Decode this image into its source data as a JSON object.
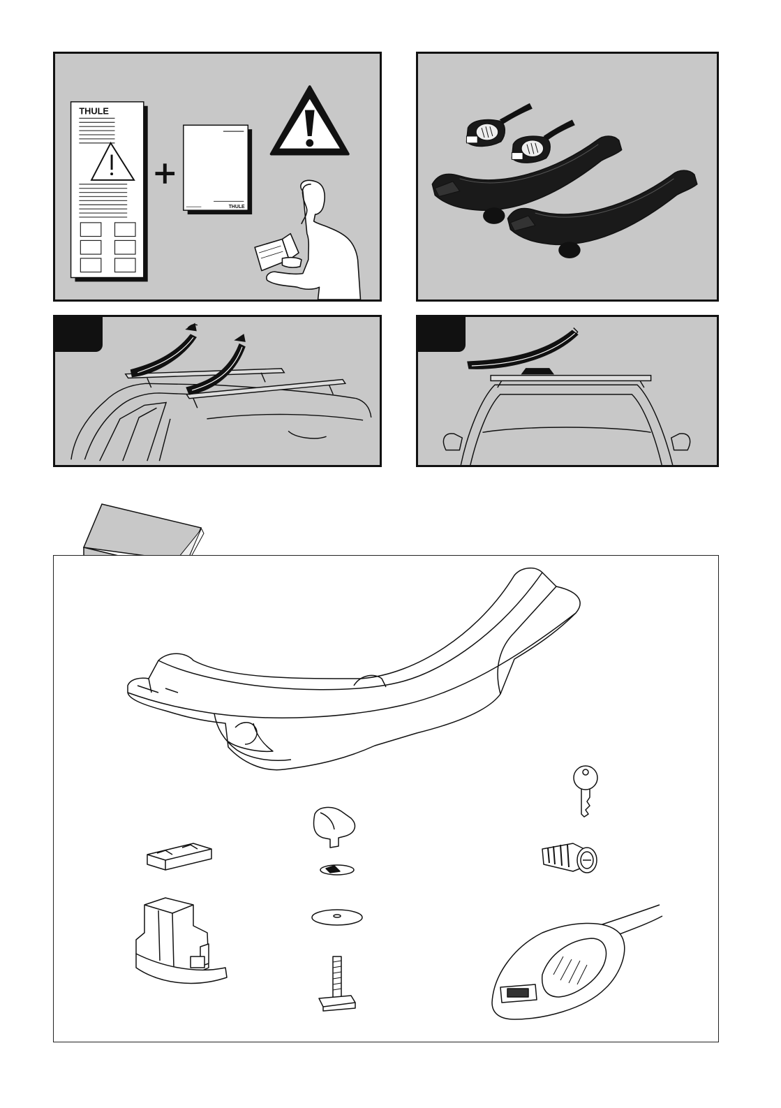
{
  "brand": {
    "logo_text": "THULE"
  },
  "panels": [
    {
      "id": "read-instructions",
      "step": ""
    },
    {
      "id": "package-overview",
      "step": ""
    },
    {
      "id": "mount-side-view",
      "step": ""
    },
    {
      "id": "mount-front-view",
      "step": ""
    }
  ],
  "colors": {
    "panel_bg": "#c8c8c8",
    "ink": "#111111",
    "paper": "#ffffff",
    "part_dark": "#1a1a1a"
  }
}
